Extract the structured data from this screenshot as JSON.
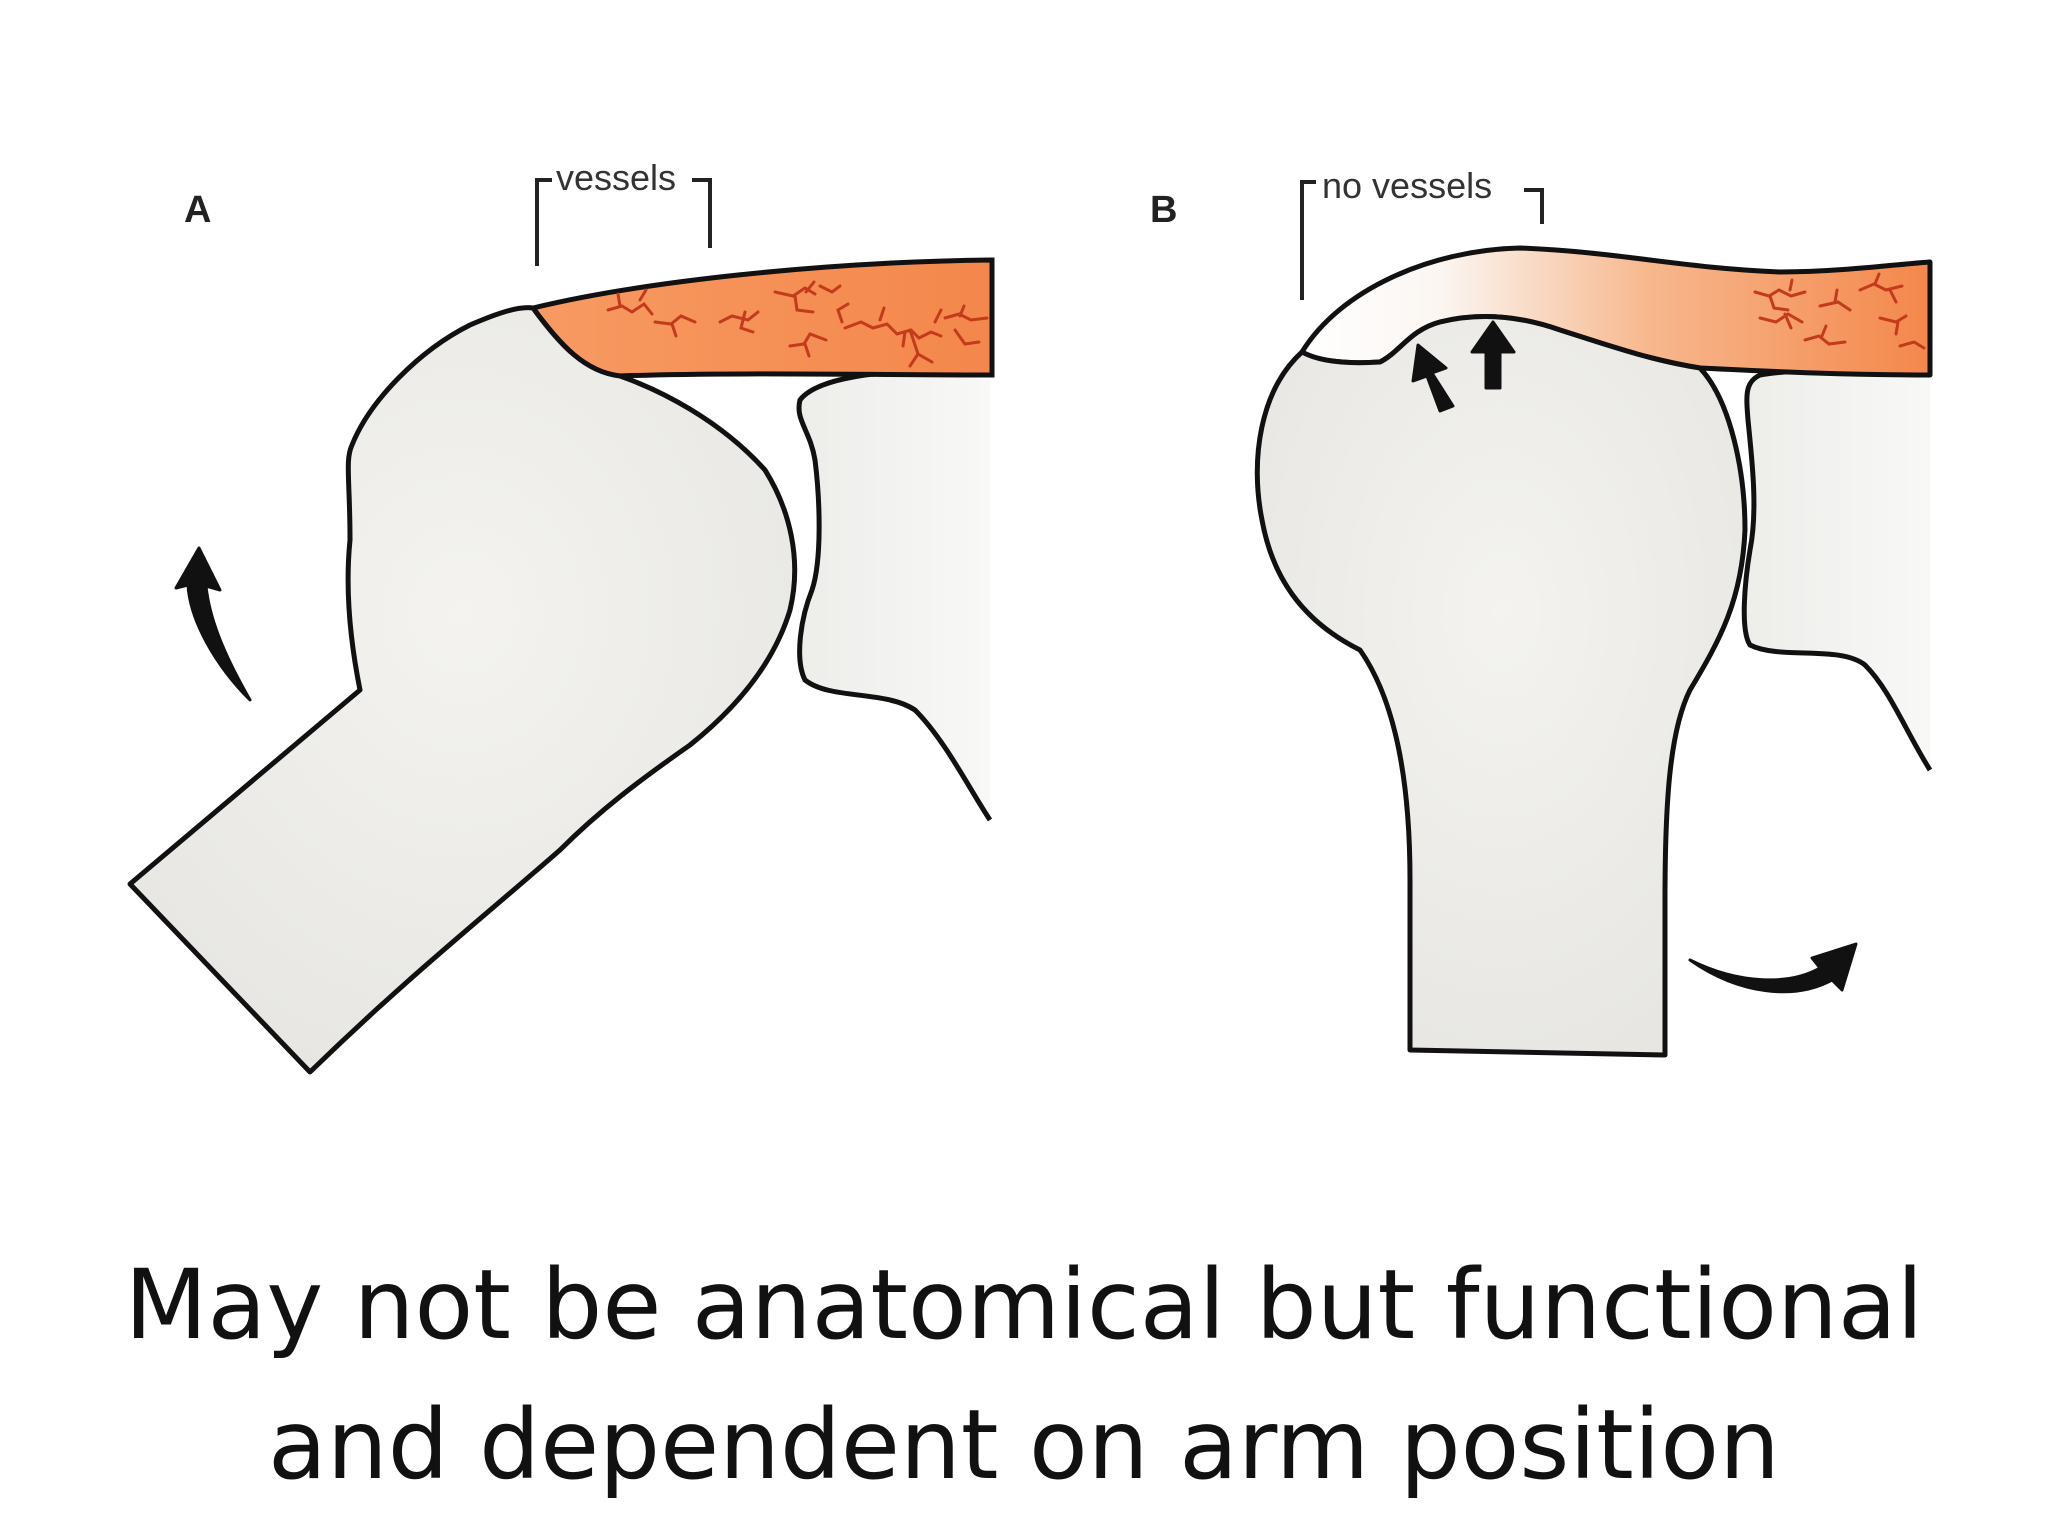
{
  "diagram": {
    "panel_a": {
      "label": "A",
      "bracket_label": "vessels"
    },
    "panel_b": {
      "label": "B",
      "bracket_label": "no vessels"
    },
    "colors": {
      "tendon": "#f4874b",
      "vessel": "#c43a1c",
      "bone": "#eeede9",
      "outline": "#111111"
    }
  },
  "caption": {
    "line1": "May not be anatomical but functional",
    "line2": "and dependent on arm position"
  }
}
